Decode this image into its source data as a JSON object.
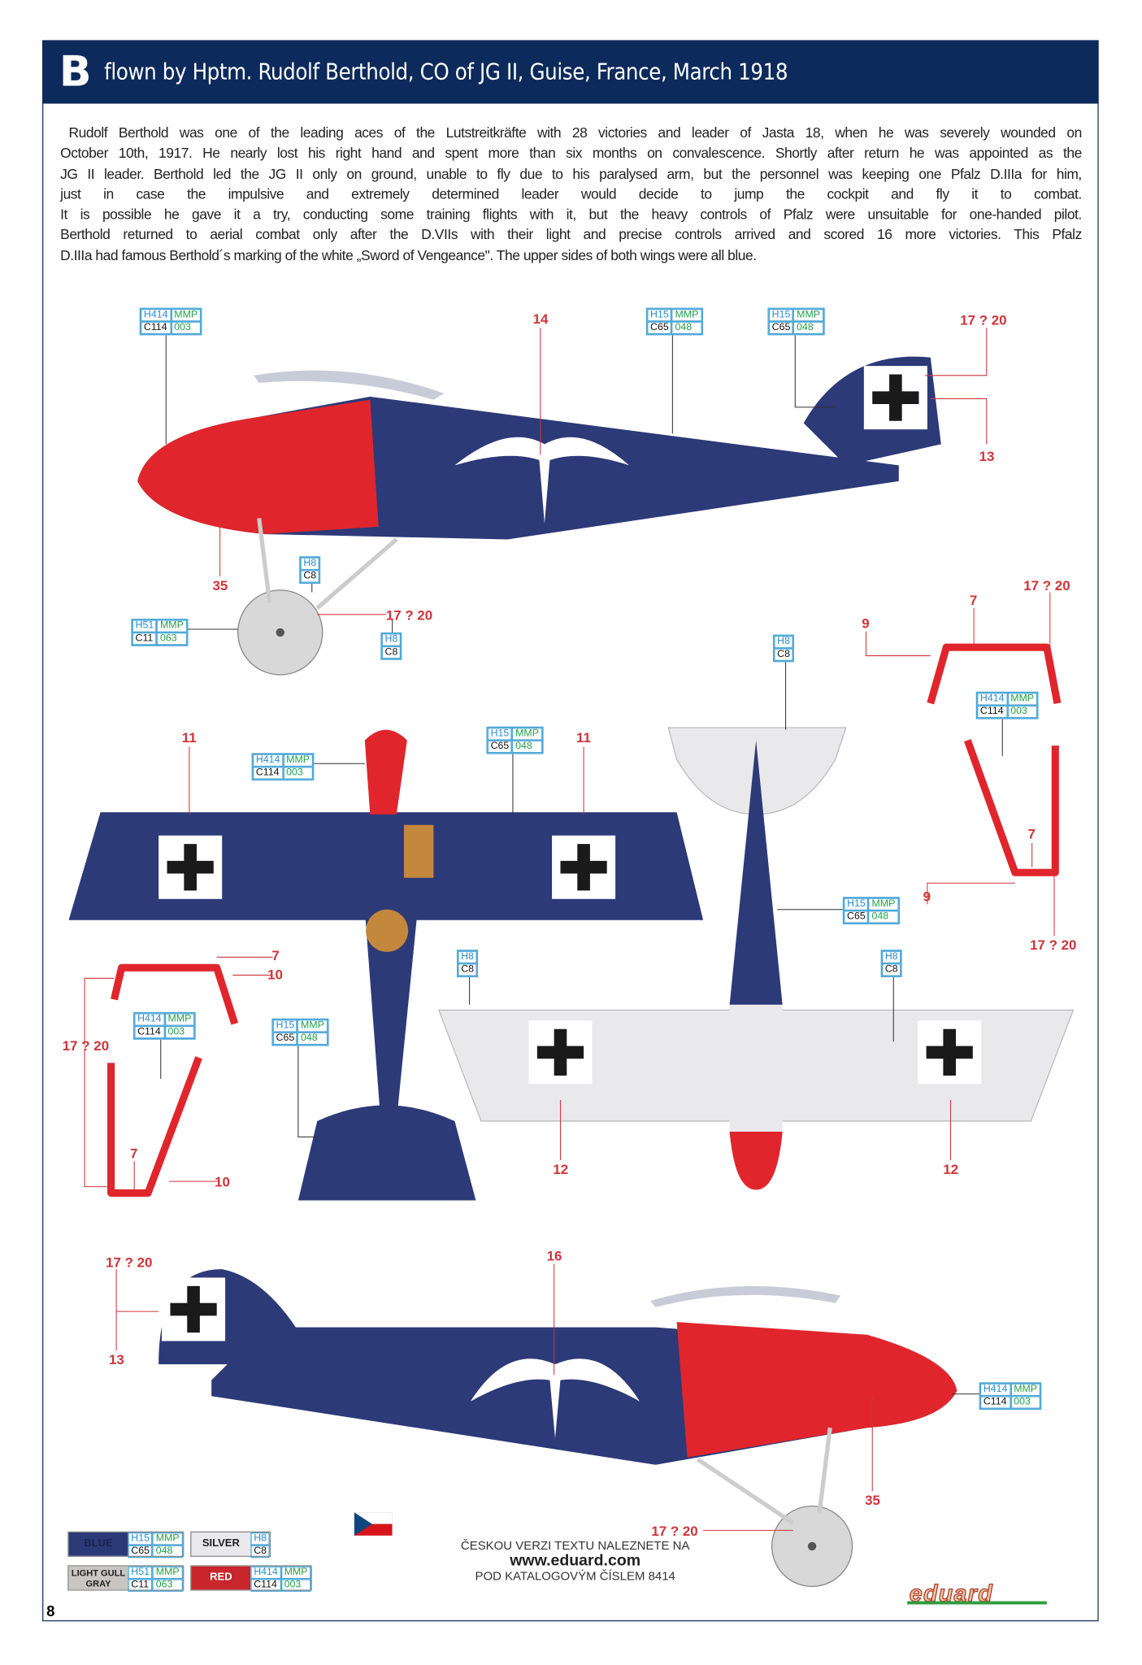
{
  "header": {
    "letter": "B",
    "title": "flown by Hptm. Rudolf Berthold, CO of JG II, Guise, France, March 1918"
  },
  "description": {
    "lines": [
      "Rudolf Berthold was one of the leading aces of the Lutstreitkräfte with 28 victories and leader of Jasta 18, when he was severely wounded on",
      "October 10th, 1917. He nearly lost his right hand and spent more than six months on convalescence. Shortly after return he was appointed as the",
      "JG II leader. Berthold led the JG II only on ground, unable to fly due to his paralysed arm, but the personnel was keeping one Pfalz D.IIIa for him,",
      "just in case the impulsive and extremely determined leader would decide to jump the cockpit and fly it to combat.",
      "It is possible he gave it a try, conducting some training flights with it, but the heavy controls of Pfalz were unsuitable for one-handed pilot.",
      "Berthold returned to aerial combat only after the D.VIIs with their light and precise controls arrived and scored 16 more victories. This Pfalz",
      "D.IIIa had famous Berthold´s marking of the white „Sword of Vengeance\". The upper sides of both wings were all blue."
    ]
  },
  "paints": {
    "red": {
      "h": "H414",
      "mmp": "MMP",
      "c": "C114",
      "num": "003",
      "name": "RED"
    },
    "blue": {
      "h": "H15",
      "mmp": "MMP",
      "c": "C65",
      "num": "048",
      "name": "BLUE"
    },
    "silver": {
      "h": "H8",
      "c": "C8",
      "name": "SILVER"
    },
    "gray": {
      "h": "H51",
      "mmp": "MMP",
      "c": "C11",
      "num": "063",
      "name": "LIGHT GULL GRAY"
    }
  },
  "labels": {
    "n7": "7",
    "n9": "9",
    "n10": "10",
    "n11": "11",
    "n12": "12",
    "n13": "13",
    "n14": "14",
    "n16": "16",
    "n35": "35",
    "range": "17 ? 20"
  },
  "footer": {
    "czech_line1": "ČESKOU VERZI TEXTU NALEZNETE NA",
    "url": "www.eduard.com",
    "czech_line2": "POD KATALOGOVÝM ČÍSLEM 8414",
    "logo": "eduard",
    "page": "8"
  },
  "colors": {
    "navy": "#0c2a5b",
    "blue": "#2c3a78",
    "red": "#e0262c",
    "silver": "#e9e9ec",
    "label": "#d0343a"
  }
}
